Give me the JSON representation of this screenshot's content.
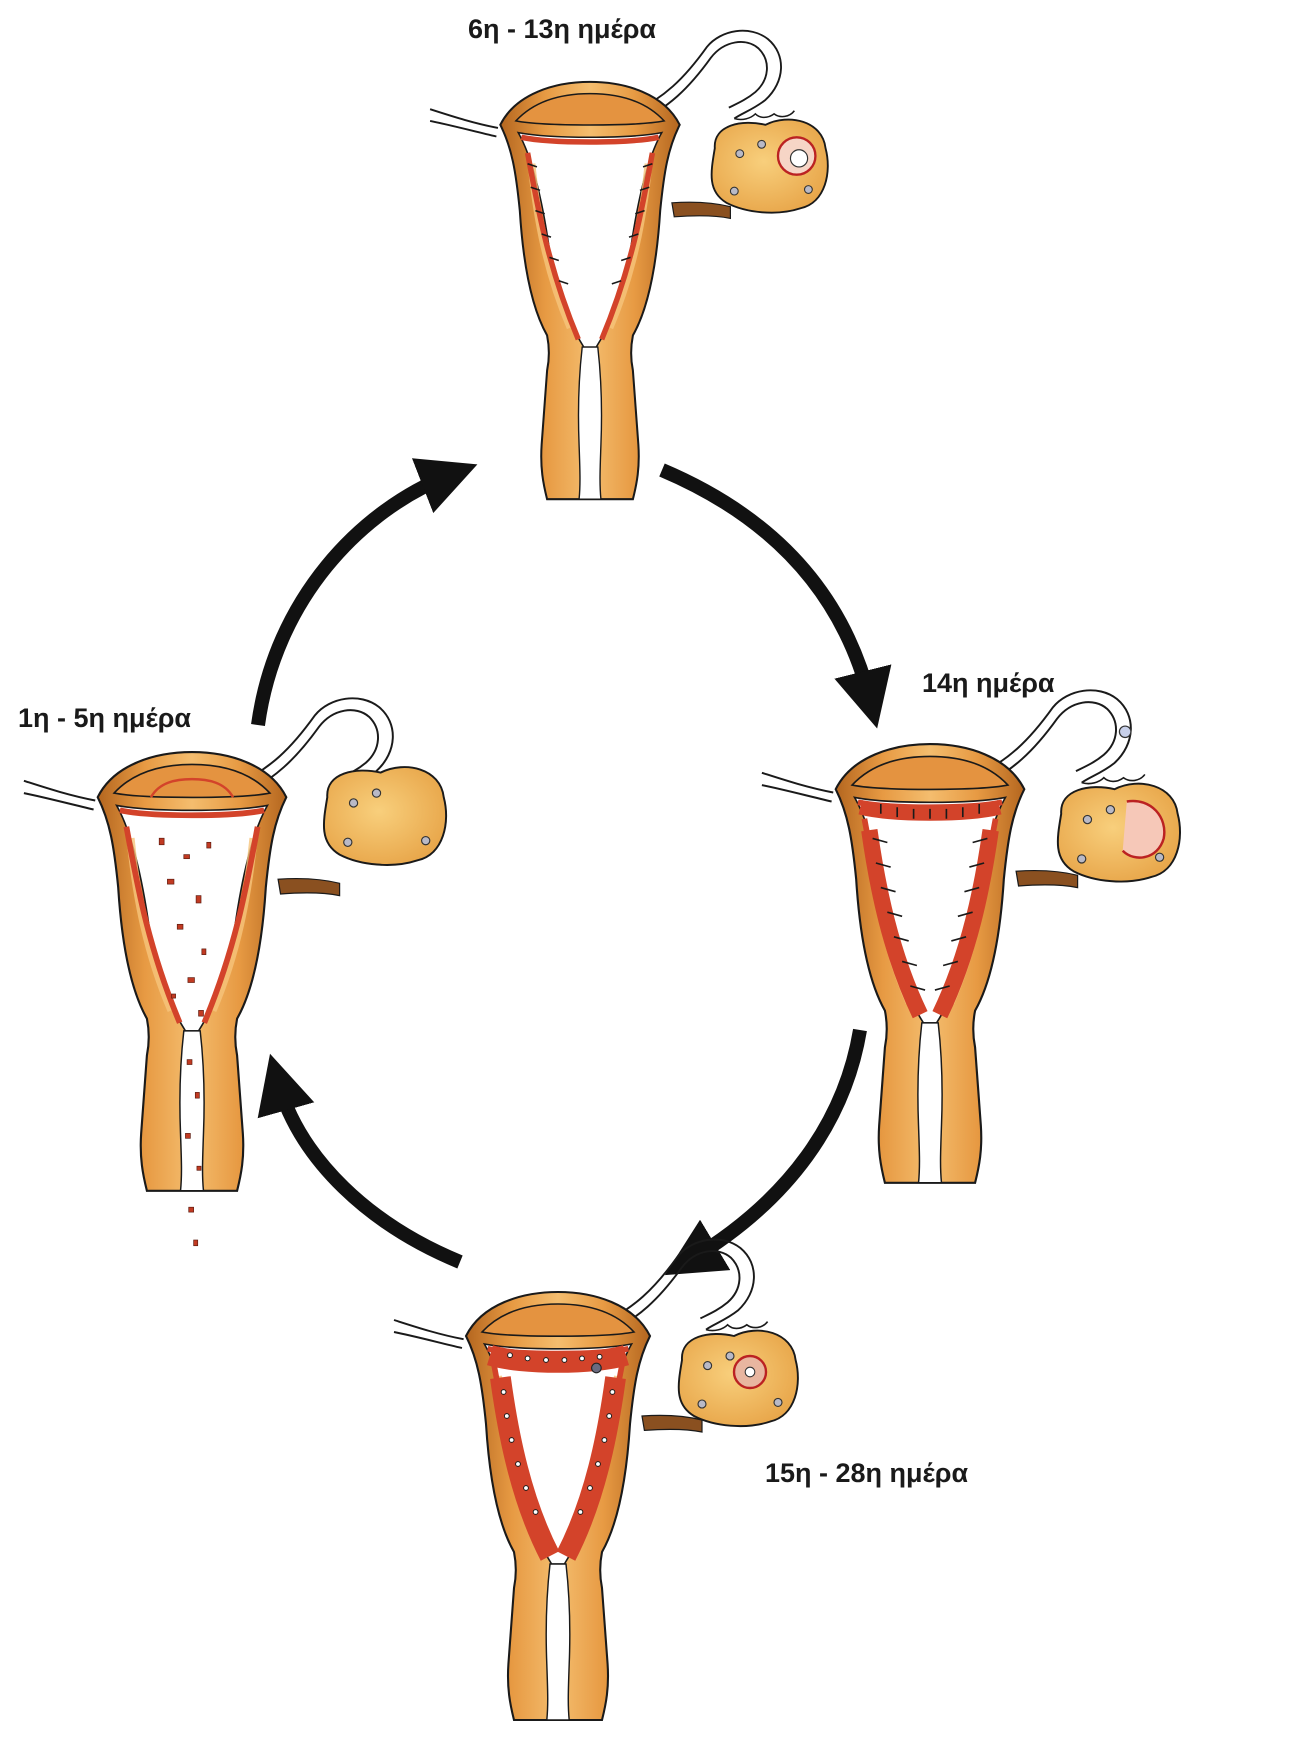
{
  "stages": [
    {
      "id": "top",
      "label": "6η - 13η ημέρα"
    },
    {
      "id": "right",
      "label": "14η ημέρα"
    },
    {
      "id": "bottom",
      "label": "15η - 28η ημέρα"
    },
    {
      "id": "left",
      "label": "1η - 5η ημέρα"
    }
  ],
  "colors": {
    "uterus_fill": "#e6973f",
    "uterus_highlight": "#f3b868",
    "uterus_shade": "#a95f1c",
    "endometrium": "#d3432a",
    "ovary": "#f1b55c",
    "outline": "#1a1a1a",
    "arrow": "#111111"
  }
}
